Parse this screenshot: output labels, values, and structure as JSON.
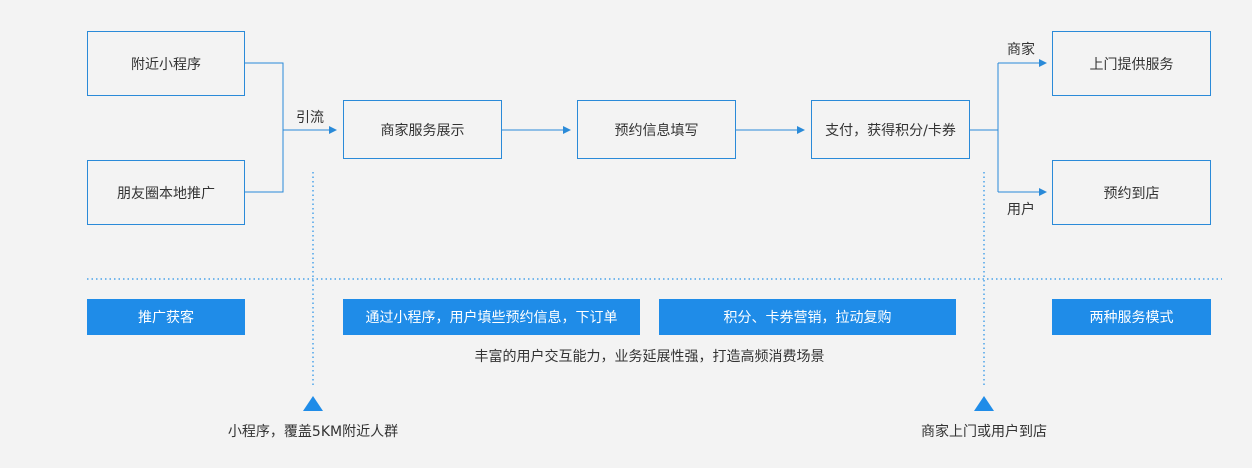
{
  "nodes": {
    "nearby_miniprogram": "附近小程序",
    "moments_promo": "朋友圈本地推广",
    "merchant_showcase": "商家服务展示",
    "booking_info": "预约信息填写",
    "payment": "支付，获得积分/卡券",
    "onsite_service": "上门提供服务",
    "instore_booking": "预约到店"
  },
  "edge_labels": {
    "traffic": "引流",
    "merchant": "商家",
    "user": "用户"
  },
  "stages": {
    "acquire": "推广获客",
    "order": "通过小程序，用户填些预约信息，下订单",
    "marketing": "积分、卡券营销，拉动复购",
    "modes": "两种服务模式"
  },
  "notes": {
    "middle": "丰富的用户交互能力，业务延展性强，打造高频消费场景",
    "left": "小程序，覆盖5KM附近人群",
    "right": "商家上门或用户到店"
  },
  "colors": {
    "accent": "#1f8ce8",
    "border": "#2a8ad8",
    "background": "#f3f3f3"
  }
}
